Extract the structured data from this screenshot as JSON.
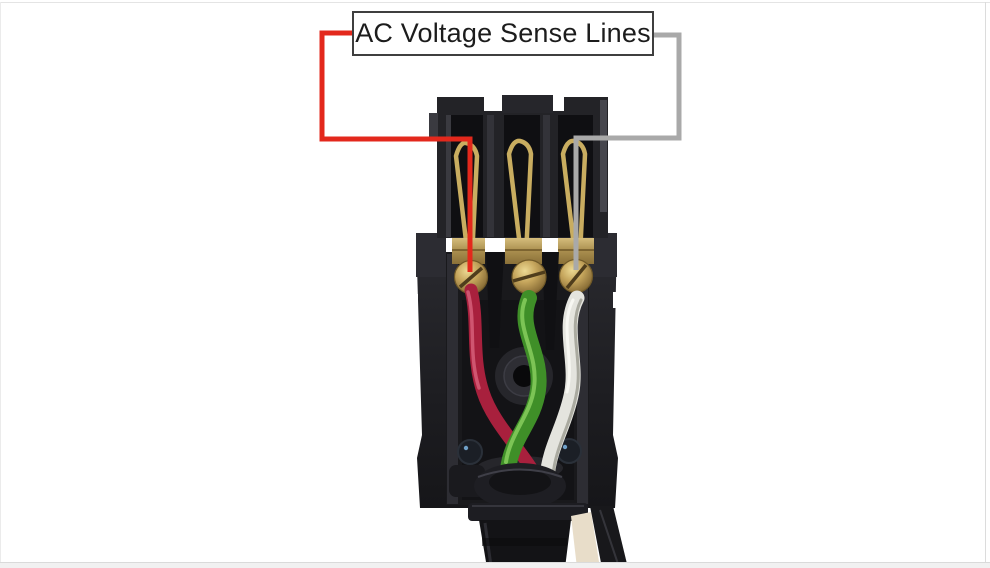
{
  "annotation": {
    "label": "AC Voltage Sense Lines",
    "label_text_color": "#1c1c1c",
    "label_border_color": "#3f3f3f",
    "label_background": "#ffffff",
    "red_line_color": "#e3281c",
    "gray_line_color": "#a9a9a9"
  },
  "figure": {
    "alt": "Opened rear of a black AC plug connector showing three brass contact loops, three brass terminal screws, and red, green and white wires entering a strain-relief clamp above a black cable",
    "housing_color": "#232327",
    "brass_color": "#c9ad60",
    "wires": [
      {
        "name": "red-wire",
        "color": "#a8203d",
        "highlight": "#cf5570"
      },
      {
        "name": "green-wire",
        "color": "#3f8f28",
        "highlight": "#7cc455"
      },
      {
        "name": "white-wire",
        "color": "#e4e4de",
        "highlight": "#f7f7f2"
      }
    ]
  }
}
